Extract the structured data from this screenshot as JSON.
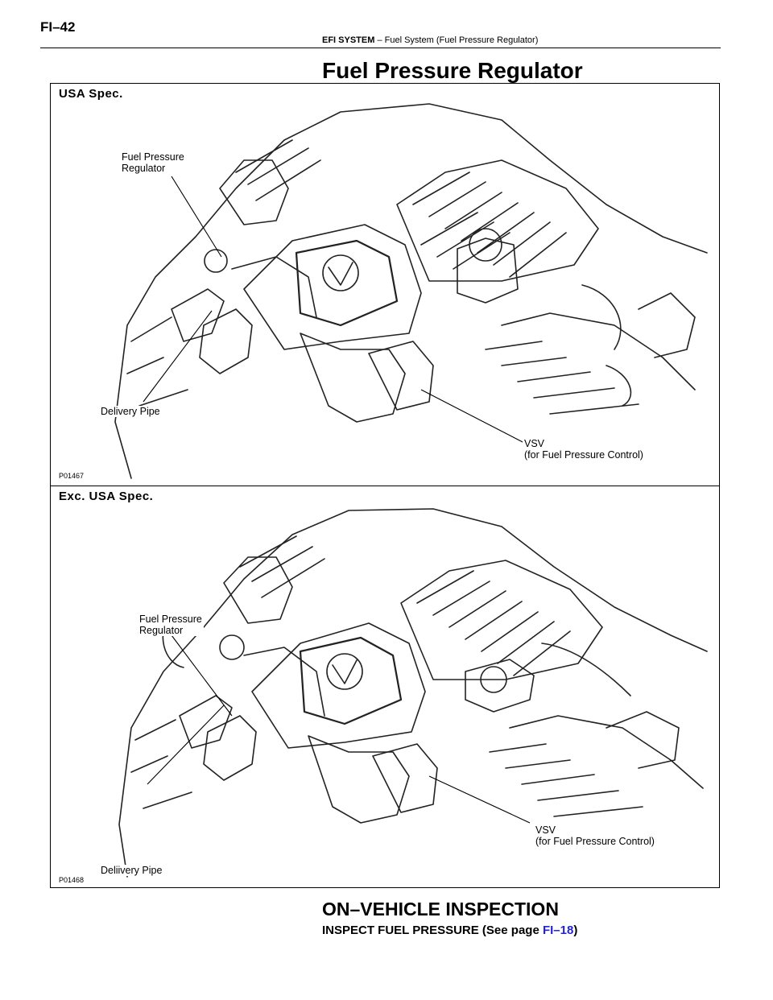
{
  "header": {
    "page_number": "FI–42",
    "system": "EFI SYSTEM",
    "separator": " – ",
    "subsection": "Fuel System (Fuel Pressure Regulator)"
  },
  "title": "Fuel Pressure Regulator",
  "figures": [
    {
      "spec": "USA Spec.",
      "code": "P01467",
      "callouts": {
        "regulator_line1": "Fuel Pressure",
        "regulator_line2": "Regulator",
        "delivery_pipe": "Delivery Pipe",
        "vsv_line1": "VSV",
        "vsv_line2": "(for Fuel Pressure Control)"
      }
    },
    {
      "spec": "Exc. USA Spec.",
      "code": "P01468",
      "callouts": {
        "regulator_line1": "Fuel Pressure",
        "regulator_line2": "Regulator",
        "delivery_pipe": "Deliivery Pipe",
        "vsv_line1": "VSV",
        "vsv_line2": "(for Fuel Pressure Control)"
      }
    }
  ],
  "section_heading": "ON–VEHICLE INSPECTION",
  "step": {
    "text": "INSPECT FUEL PRESSURE (See page ",
    "link": "FI–18",
    "close": ")"
  },
  "link_color": "#2222d6"
}
